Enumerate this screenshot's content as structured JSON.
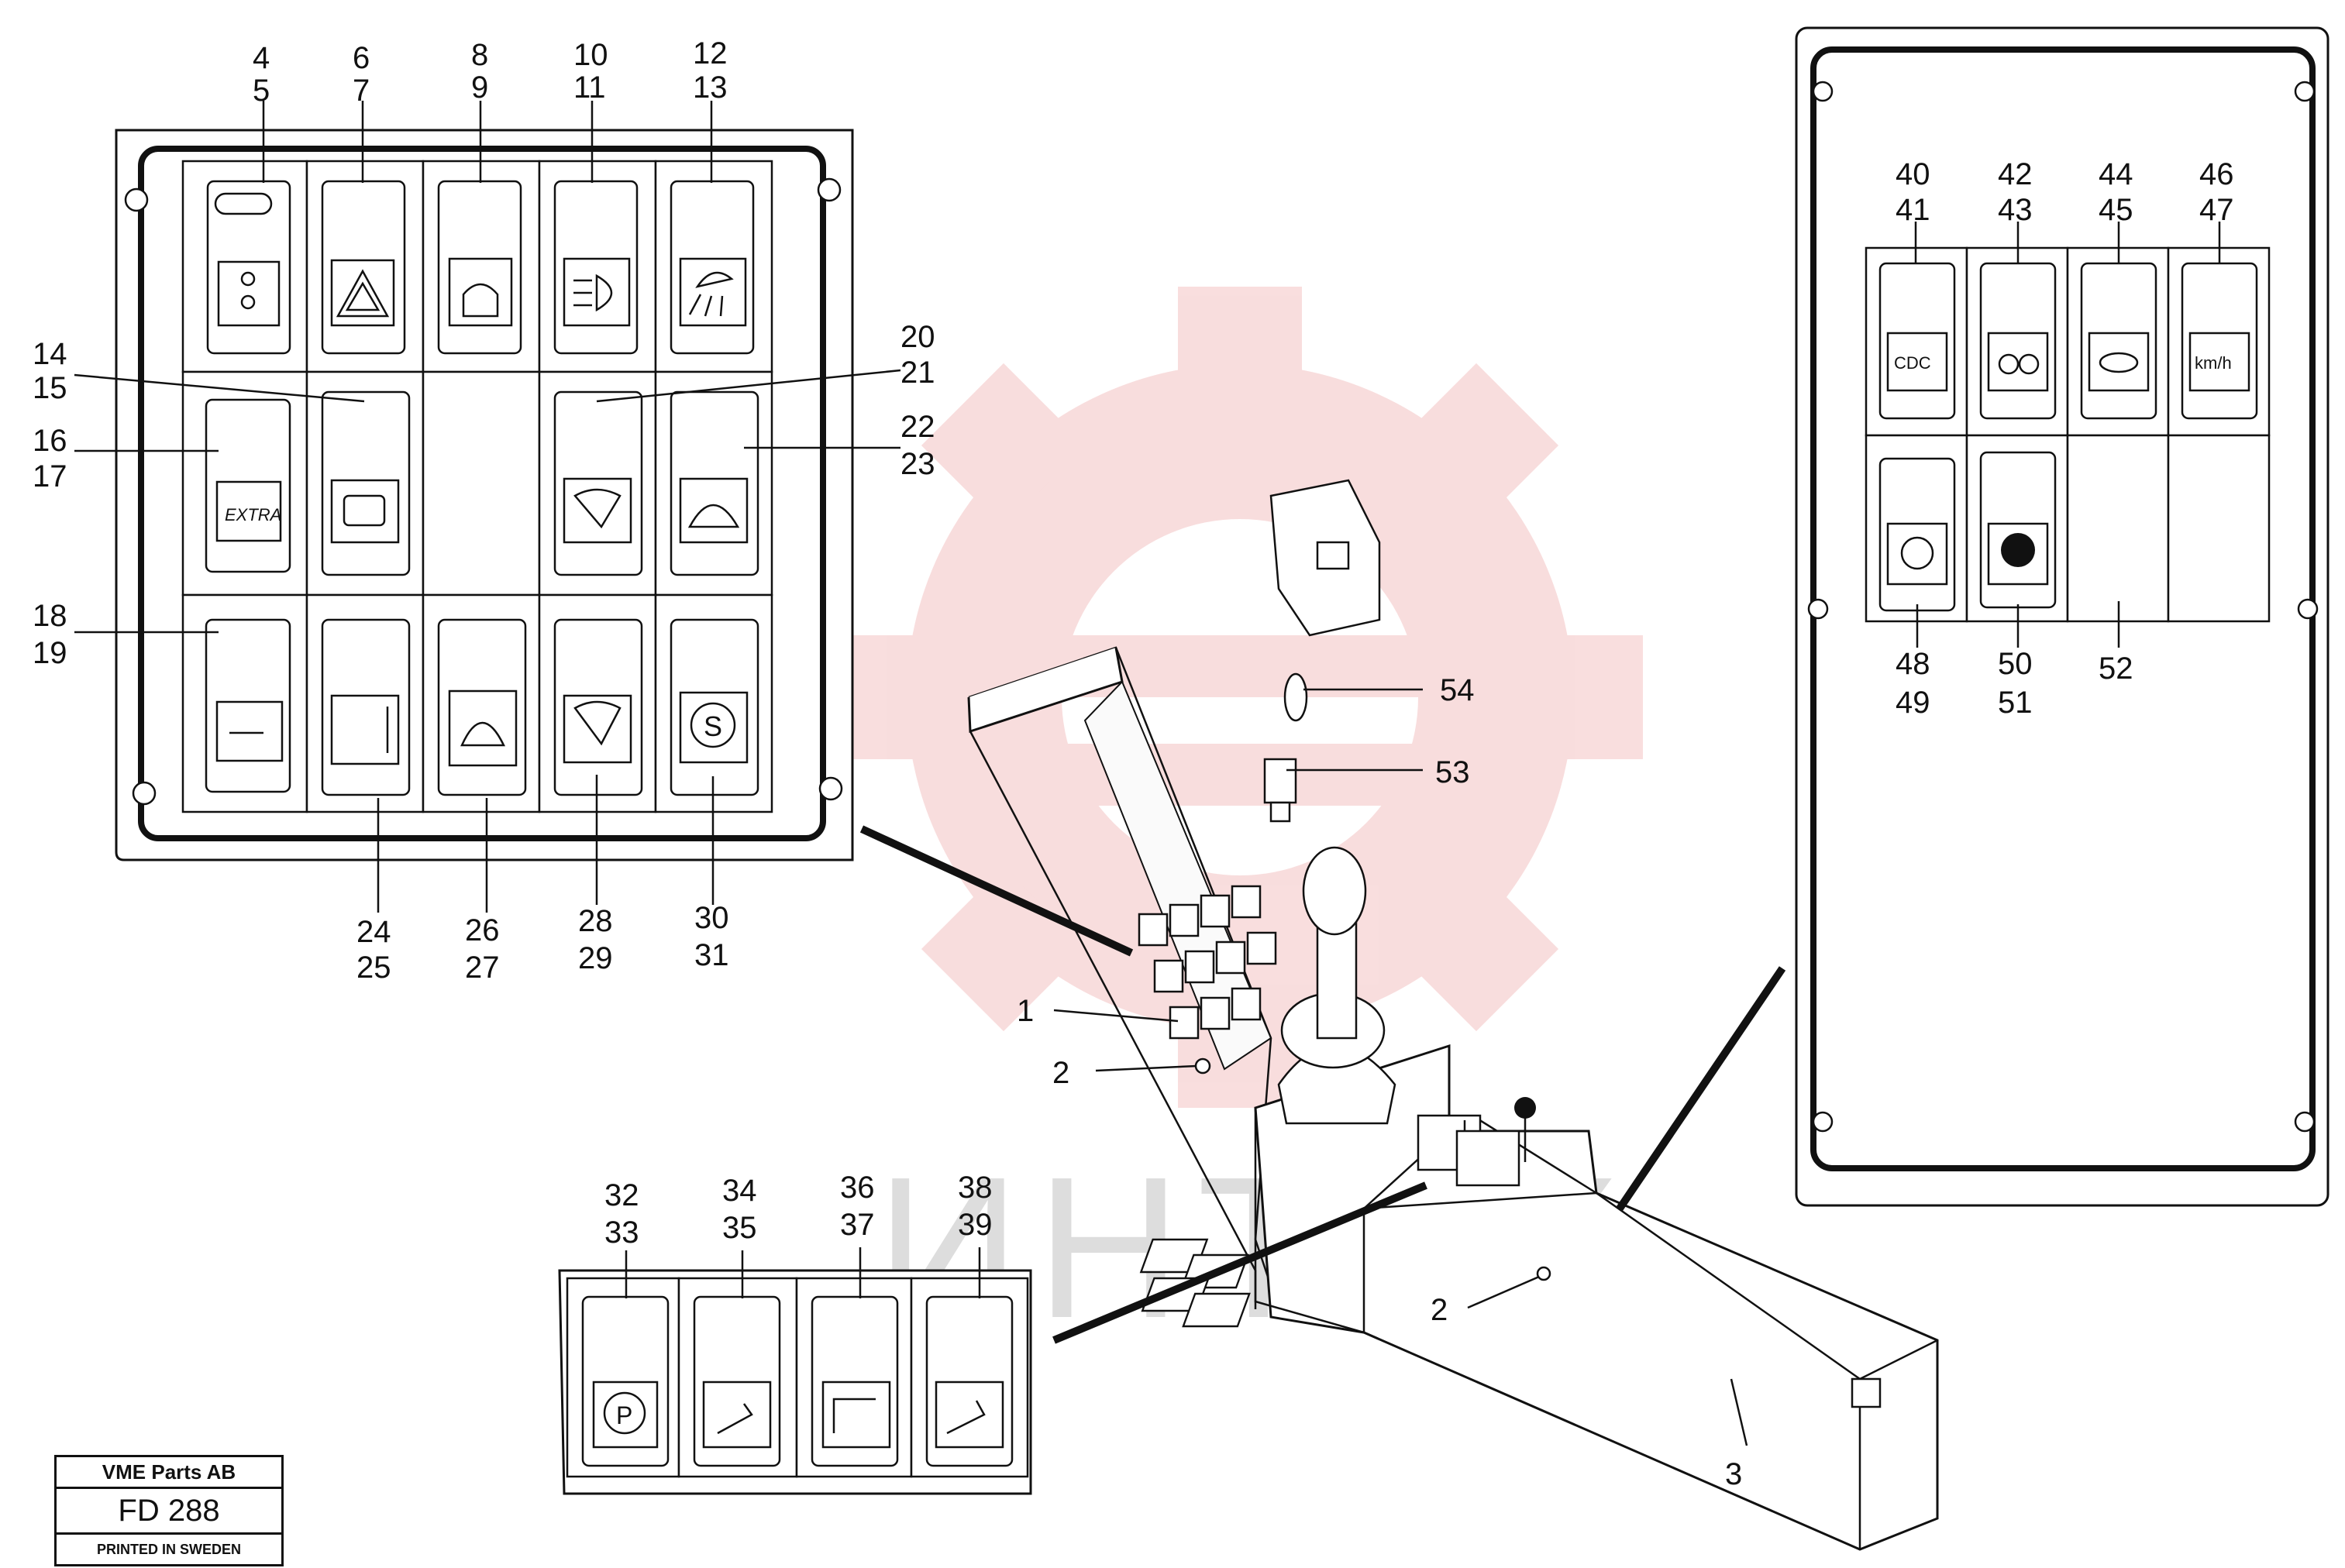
{
  "watermark": {
    "text": "ИНТЕХ",
    "color": "#f2b8b8"
  },
  "left_panel": {
    "callouts": [
      {
        "id": "c4",
        "label": "4"
      },
      {
        "id": "c5",
        "label": "5"
      },
      {
        "id": "c6",
        "label": "6"
      },
      {
        "id": "c7",
        "label": "7"
      },
      {
        "id": "c8",
        "label": "8"
      },
      {
        "id": "c9",
        "label": "9"
      },
      {
        "id": "c10",
        "label": "10"
      },
      {
        "id": "c11",
        "label": "11"
      },
      {
        "id": "c12",
        "label": "12"
      },
      {
        "id": "c13",
        "label": "13"
      },
      {
        "id": "c14",
        "label": "14"
      },
      {
        "id": "c15",
        "label": "15"
      },
      {
        "id": "c16",
        "label": "16"
      },
      {
        "id": "c17",
        "label": "17"
      },
      {
        "id": "c18",
        "label": "18"
      },
      {
        "id": "c19",
        "label": "19"
      },
      {
        "id": "c20",
        "label": "20"
      },
      {
        "id": "c21",
        "label": "21"
      },
      {
        "id": "c22",
        "label": "22"
      },
      {
        "id": "c23",
        "label": "23"
      },
      {
        "id": "c24",
        "label": "24"
      },
      {
        "id": "c25",
        "label": "25"
      },
      {
        "id": "c26",
        "label": "26"
      },
      {
        "id": "c27",
        "label": "27"
      },
      {
        "id": "c28",
        "label": "28"
      },
      {
        "id": "c29",
        "label": "29"
      },
      {
        "id": "c30",
        "label": "30"
      },
      {
        "id": "c31",
        "label": "31"
      }
    ],
    "extra_label": "EXTRA"
  },
  "right_panel": {
    "callouts": [
      {
        "id": "c40",
        "label": "40"
      },
      {
        "id": "c41",
        "label": "41"
      },
      {
        "id": "c42",
        "label": "42"
      },
      {
        "id": "c43",
        "label": "43"
      },
      {
        "id": "c44",
        "label": "44"
      },
      {
        "id": "c45",
        "label": "45"
      },
      {
        "id": "c46",
        "label": "46"
      },
      {
        "id": "c47",
        "label": "47"
      },
      {
        "id": "c48",
        "label": "48"
      },
      {
        "id": "c49",
        "label": "49"
      },
      {
        "id": "c50",
        "label": "50"
      },
      {
        "id": "c51",
        "label": "51"
      },
      {
        "id": "c52",
        "label": "52"
      }
    ],
    "cdc_label": "CDC",
    "kmh_label": "km/h"
  },
  "bottom_panel": {
    "callouts": [
      {
        "id": "c32",
        "label": "32"
      },
      {
        "id": "c33",
        "label": "33"
      },
      {
        "id": "c34",
        "label": "34"
      },
      {
        "id": "c35",
        "label": "35"
      },
      {
        "id": "c36",
        "label": "36"
      },
      {
        "id": "c37",
        "label": "37"
      },
      {
        "id": "c38",
        "label": "38"
      },
      {
        "id": "c39",
        "label": "39"
      }
    ],
    "parking_label": "P"
  },
  "console": {
    "callouts": [
      {
        "id": "c1",
        "label": "1"
      },
      {
        "id": "c2a",
        "label": "2"
      },
      {
        "id": "c2b",
        "label": "2"
      },
      {
        "id": "c3",
        "label": "3"
      },
      {
        "id": "c53",
        "label": "53"
      },
      {
        "id": "c54",
        "label": "54"
      }
    ]
  },
  "title_block": {
    "company": "VME Parts AB",
    "code": "FD 288",
    "printed": "PRINTED IN SWEDEN"
  }
}
